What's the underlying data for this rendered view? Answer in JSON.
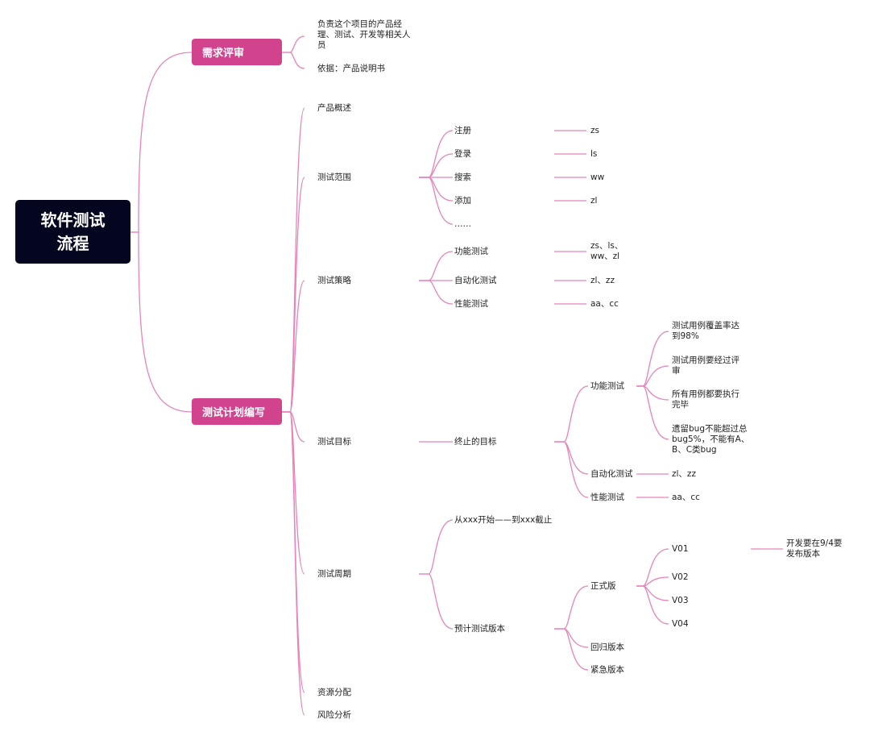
{
  "root": "软件测试\n流程",
  "branches": {
    "review": {
      "title": "需求评审",
      "people": "负责这个项目的产品经理、测试、开发等相关人员",
      "basis": "依据：产品说明书"
    },
    "plan": {
      "title": "测试计划编写",
      "overview": "产品概述",
      "scope": {
        "label": "测试范围",
        "items": [
          {
            "label": "注册",
            "owner": "zs"
          },
          {
            "label": "登录",
            "owner": "ls"
          },
          {
            "label": "搜索",
            "owner": "ww"
          },
          {
            "label": "添加",
            "owner": "zl"
          },
          {
            "label": "……"
          }
        ]
      },
      "strategy": {
        "label": "测试策略",
        "items": [
          {
            "label": "功能测试",
            "owner": "zs、ls、ww、zl"
          },
          {
            "label": "自动化测试",
            "owner": "zl、zz"
          },
          {
            "label": "性能测试",
            "owner": "aa、cc"
          }
        ]
      },
      "goal": {
        "label": "测试目标",
        "final": "终止的目标",
        "functional": {
          "label": "功能测试",
          "criteria": [
            "测试用例覆盖率达到98%",
            "测试用例要经过评审",
            "所有用例都要执行完毕",
            "遗留bug不能超过总bug5%，不能有A、B、C类bug"
          ]
        },
        "automation": {
          "label": "自动化测试",
          "owner": "zl、zz"
        },
        "performance": {
          "label": "性能测试",
          "owner": "aa、cc"
        }
      },
      "cycle": {
        "label": "测试周期",
        "period": "从xxx开始——到xxx截止",
        "versions": {
          "label": "预计测试版本",
          "formal": {
            "label": "正式版",
            "items": [
              "V01",
              "V02",
              "V03",
              "V04"
            ],
            "v01_note": "开发要在9/4要发布版本"
          },
          "regression": "回归版本",
          "emergency": "紧急版本"
        }
      },
      "resources": "资源分配",
      "risks": "风险分析"
    }
  },
  "colors": {
    "root_bg": "#04061f",
    "main_bg": "#d2438d",
    "line": "#e883b8"
  }
}
